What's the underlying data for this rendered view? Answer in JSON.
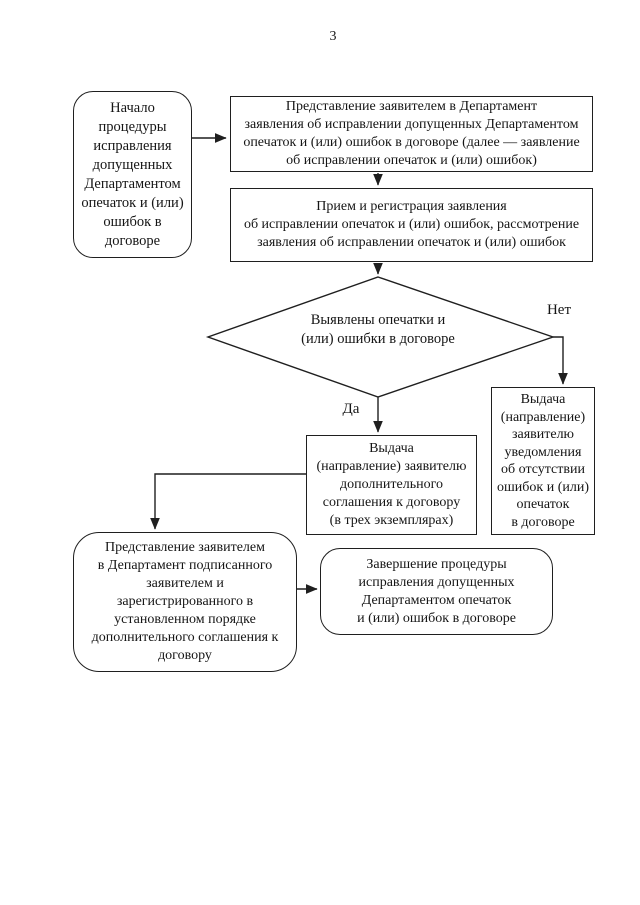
{
  "page": {
    "number": "3"
  },
  "colors": {
    "ink": "#1f1f1f",
    "paper": "#ffffff"
  },
  "labels": {
    "yes": "Да",
    "no": "Нет"
  },
  "nodes": {
    "start": {
      "text": "Начало\nпроцедуры\nисправления\nдопущенных\nДепартаментом\nопечаток и (или)\nошибок в\nдоговоре"
    },
    "submit": {
      "text": "Представление заявителем в Департамент\nзаявления об исправлении допущенных Департаментом\nопечаток и (или) ошибок в договоре (далее — заявление\nоб исправлении опечаток и (или) ошибок)"
    },
    "register": {
      "text": "Прием и регистрация заявления\nоб исправлении опечаток и (или) ошибок, рассмотрение\nзаявления об исправлении опечаток и (или) ошибок"
    },
    "decision": {
      "text": "Выявлены опечатки и\n(или) ошибки в договоре"
    },
    "notify": {
      "text": "Выдача\n(направление)\nзаявителю\nуведомления\nоб отсутствии\nошибок и (или)\nопечаток\nв договоре"
    },
    "agreement": {
      "text": "Выдача\n(направление) заявителю\nдополнительного\nсоглашения к договору\n(в трех экземплярах)"
    },
    "signed": {
      "text": "Представление заявителем\nв Департамент подписанного\nзаявителем и\nзарегистрированного в\nустановленном порядке\nдополнительного соглашения к\nдоговору"
    },
    "finish": {
      "text": "Завершение процедуры\nисправления допущенных\nДепартаментом опечаток\nи (или) ошибок в договоре"
    }
  }
}
